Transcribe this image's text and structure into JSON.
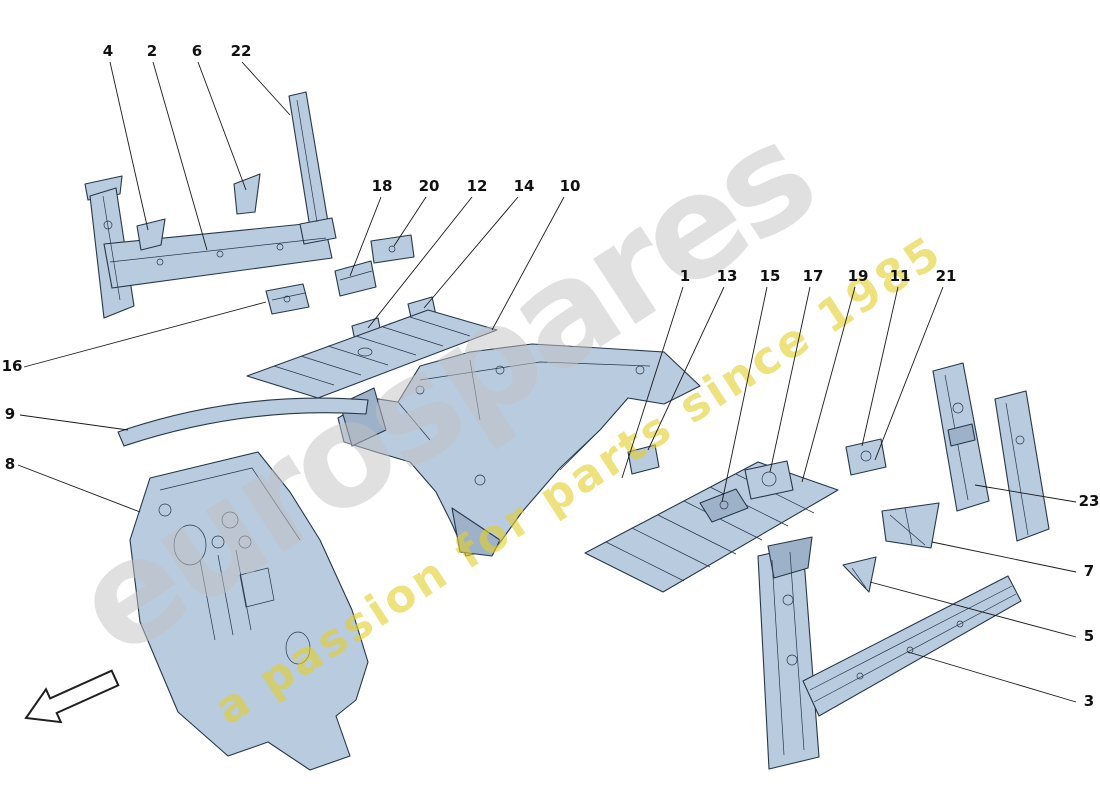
{
  "page": {
    "background": "#ffffff"
  },
  "watermark": {
    "brand": "eurospares",
    "tagline": "a passion for parts since 1985",
    "brand_color": "#c2c2c2",
    "tagline_color": "#e3cf28"
  },
  "diagram": {
    "part_fill": "#b9cbdf",
    "part_fill_dark": "#9db1c9",
    "part_outline": "#27374a",
    "leader_color": "#1a1a1a",
    "callout_color": "#111111",
    "callouts": [
      {
        "label": "4"
      },
      {
        "label": "2"
      },
      {
        "label": "6"
      },
      {
        "label": "22"
      },
      {
        "label": "18"
      },
      {
        "label": "20"
      },
      {
        "label": "12"
      },
      {
        "label": "14"
      },
      {
        "label": "10"
      },
      {
        "label": "1"
      },
      {
        "label": "13"
      },
      {
        "label": "15"
      },
      {
        "label": "17"
      },
      {
        "label": "19"
      },
      {
        "label": "11"
      },
      {
        "label": "21"
      },
      {
        "label": "16"
      },
      {
        "label": "9"
      },
      {
        "label": "8"
      },
      {
        "label": "23"
      },
      {
        "label": "7"
      },
      {
        "label": "5"
      },
      {
        "label": "3"
      }
    ]
  }
}
